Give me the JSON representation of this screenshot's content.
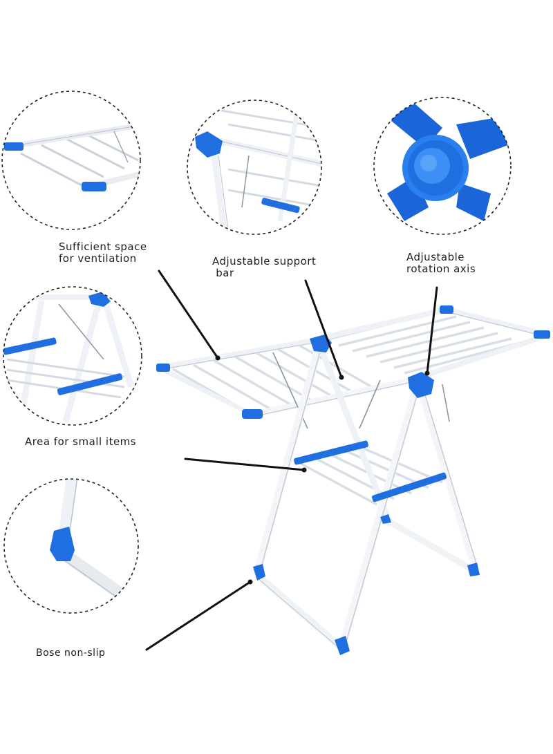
{
  "callouts": {
    "ventilation": {
      "line1": "Sufficient space",
      "line2": "for ventilation"
    },
    "support_bar": {
      "line1": "Adjustable support",
      "line2": " bar"
    },
    "rotation_axis": {
      "line1": "Adjustable",
      "line2": "rotation axis"
    },
    "small_items": {
      "line1": "Area for small items"
    },
    "non_slip": {
      "line1": "Bose non-slip"
    }
  },
  "colors": {
    "accent_blue": "#1f6fe0",
    "frame_white": "#f2f4f7",
    "frame_shadow": "#b9c3cf",
    "leader_line": "#111111",
    "circle_border": "#222222"
  },
  "icons": {
    "product": "clothes-drying-rack-image",
    "detail_1": "wing-rail-closeup",
    "detail_2": "hinge-bracket-closeup",
    "detail_3": "rotation-knob-closeup",
    "detail_4": "small-shelf-closeup",
    "detail_5": "foot-joint-closeup"
  }
}
